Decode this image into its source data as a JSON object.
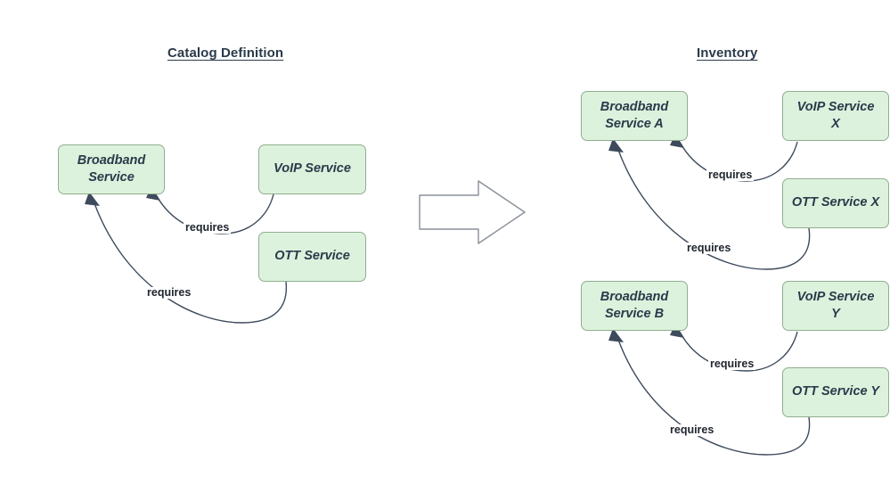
{
  "panels": {
    "catalog": {
      "title": "Catalog Definition"
    },
    "inventory": {
      "title": "Inventory"
    }
  },
  "catalog_nodes": [
    {
      "id": "broadband-service",
      "label": "Broadband\nService"
    },
    {
      "id": "voip-service",
      "label": "VoIP Service"
    },
    {
      "id": "ott-service",
      "label": "OTT Service"
    }
  ],
  "inventory_nodes": [
    {
      "id": "broadband-service-a",
      "label": "Broadband\nService A"
    },
    {
      "id": "voip-service-x",
      "label": "VoIP Service\nX"
    },
    {
      "id": "ott-service-x",
      "label": "OTT Service X"
    },
    {
      "id": "broadband-service-b",
      "label": "Broadband\nService B"
    },
    {
      "id": "voip-service-y",
      "label": "VoIP Service\nY"
    },
    {
      "id": "ott-service-y",
      "label": "OTT Service Y"
    }
  ],
  "edges": [
    {
      "id": "voip-requires-broadband",
      "label": "requires",
      "from": "voip-service",
      "to": "broadband-service"
    },
    {
      "id": "ott-requires-broadband",
      "label": "requires",
      "from": "ott-service",
      "to": "broadband-service"
    },
    {
      "id": "voipx-requires-broadbanda",
      "label": "requires",
      "from": "voip-service-x",
      "to": "broadband-service-a"
    },
    {
      "id": "ottx-requires-broadbanda",
      "label": "requires",
      "from": "ott-service-x",
      "to": "broadband-service-a"
    },
    {
      "id": "voipy-requires-broadbandb",
      "label": "requires",
      "from": "voip-service-y",
      "to": "broadband-service-b"
    },
    {
      "id": "otty-requires-broadbandb",
      "label": "requires",
      "from": "ott-service-y",
      "to": "broadband-service-b"
    }
  ],
  "transform_arrow": {
    "id": "catalog-to-inventory-arrow",
    "direction": "right"
  },
  "colors": {
    "node_fill": "#ddf2dd",
    "node_border": "#8fae8f",
    "text": "#2b3a4a",
    "edge": "#3d4a5c",
    "arrow_outline": "#8a8f9a",
    "background": "#ffffff"
  }
}
